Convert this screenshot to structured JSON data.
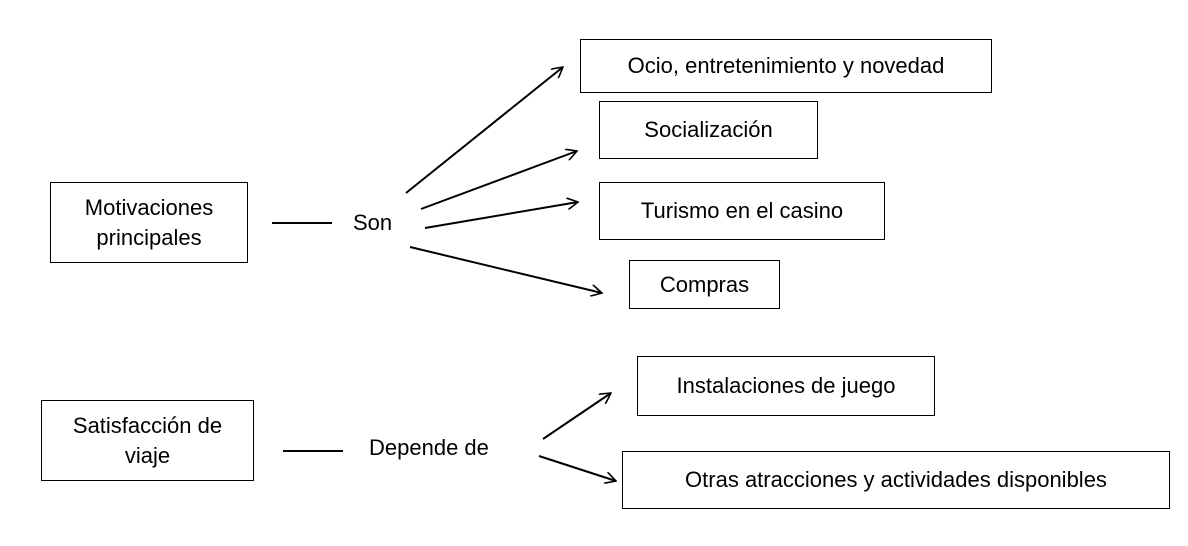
{
  "diagram": {
    "motivations": {
      "source_label": "Motivaciones principales",
      "connector_label": "Son",
      "targets": [
        "Ocio, entretenimiento y novedad",
        "Socialización",
        "Turismo en el casino",
        "Compras"
      ]
    },
    "satisfaction": {
      "source_label": "Satisfacción de viaje",
      "connector_label": "Depende de",
      "targets": [
        "Instalaciones de juego",
        "Otras atracciones y actividades disponibles"
      ]
    },
    "line_color": "#000000"
  }
}
